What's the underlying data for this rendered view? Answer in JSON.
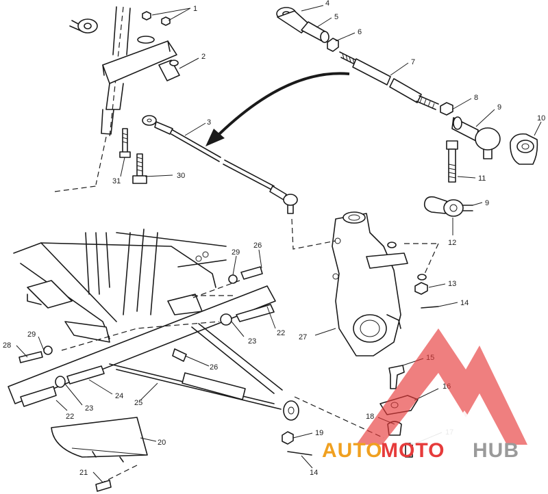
{
  "diagram": {
    "callouts": [
      {
        "id": "c1",
        "text": "1"
      },
      {
        "id": "c2",
        "text": "2"
      },
      {
        "id": "c3",
        "text": "3"
      },
      {
        "id": "c4",
        "text": "4"
      },
      {
        "id": "c5",
        "text": "5"
      },
      {
        "id": "c6",
        "text": "6"
      },
      {
        "id": "c7",
        "text": "7"
      },
      {
        "id": "c8",
        "text": "8"
      },
      {
        "id": "c9a",
        "text": "9"
      },
      {
        "id": "c9b",
        "text": "9"
      },
      {
        "id": "c10",
        "text": "10"
      },
      {
        "id": "c11",
        "text": "11"
      },
      {
        "id": "c12",
        "text": "12"
      },
      {
        "id": "c13",
        "text": "13"
      },
      {
        "id": "c14a",
        "text": "14"
      },
      {
        "id": "c14b",
        "text": "14"
      },
      {
        "id": "c15",
        "text": "15"
      },
      {
        "id": "c16",
        "text": "16"
      },
      {
        "id": "c17",
        "text": "17"
      },
      {
        "id": "c18",
        "text": "18"
      },
      {
        "id": "c19",
        "text": "19"
      },
      {
        "id": "c20",
        "text": "20"
      },
      {
        "id": "c21",
        "text": "21"
      },
      {
        "id": "c22a",
        "text": "22"
      },
      {
        "id": "c22b",
        "text": "22"
      },
      {
        "id": "c23a",
        "text": "23"
      },
      {
        "id": "c23b",
        "text": "23"
      },
      {
        "id": "c24",
        "text": "24"
      },
      {
        "id": "c25",
        "text": "25"
      },
      {
        "id": "c26a",
        "text": "26"
      },
      {
        "id": "c26b",
        "text": "26"
      },
      {
        "id": "c28",
        "text": "28"
      },
      {
        "id": "c29a",
        "text": "29"
      },
      {
        "id": "c29b",
        "text": "29"
      },
      {
        "id": "c27",
        "text": "27"
      },
      {
        "id": "c30",
        "text": "30"
      },
      {
        "id": "c31",
        "text": "31"
      }
    ]
  },
  "watermark": {
    "part1": "AUTO",
    "part2": "MOTO",
    "part3": "HUB",
    "color_orange": "#f0a020",
    "color_red": "#e63b3b",
    "color_grey": "#9a9a9a"
  }
}
